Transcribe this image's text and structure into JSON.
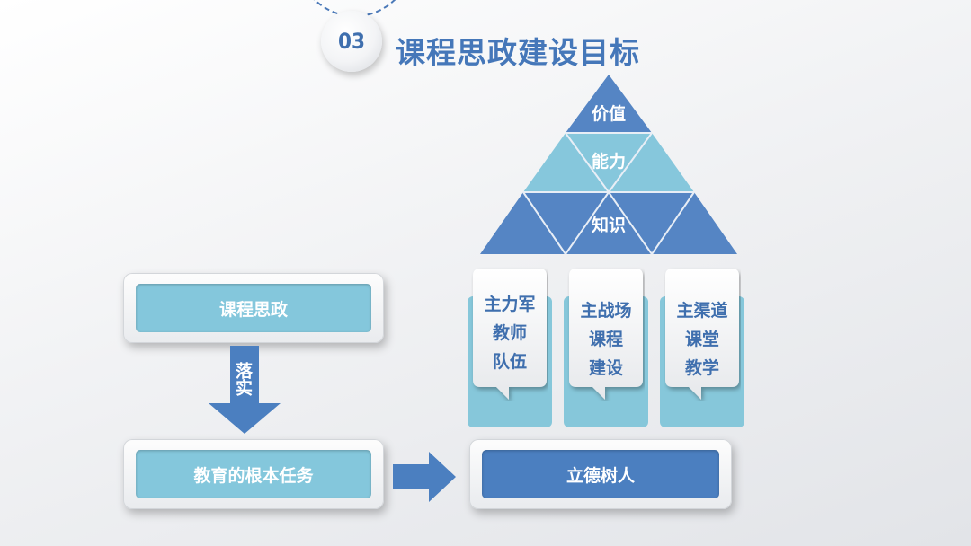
{
  "header": {
    "number": "03",
    "title": "课程思政建设目标"
  },
  "pyramid": {
    "levels": [
      {
        "label": "价值",
        "color": "#5585c4"
      },
      {
        "label": "能力",
        "color": "#86c7dc"
      },
      {
        "label": "知识",
        "color": "#5585c4"
      }
    ]
  },
  "pillars": [
    {
      "lines": [
        "主力军",
        "教师",
        "队伍"
      ]
    },
    {
      "lines": [
        "主战场",
        "课程",
        "建设"
      ]
    },
    {
      "lines": [
        "主渠道",
        "课堂",
        "教学"
      ]
    }
  ],
  "flow": {
    "top_box": "课程思政",
    "arrow_label": "落实",
    "bottom_box": "教育的根本任务",
    "result_box": "立德树人"
  },
  "colors": {
    "accent": "#4577b9",
    "light_blue": "#84c7dc",
    "dark_blue": "#4b7fc0"
  }
}
